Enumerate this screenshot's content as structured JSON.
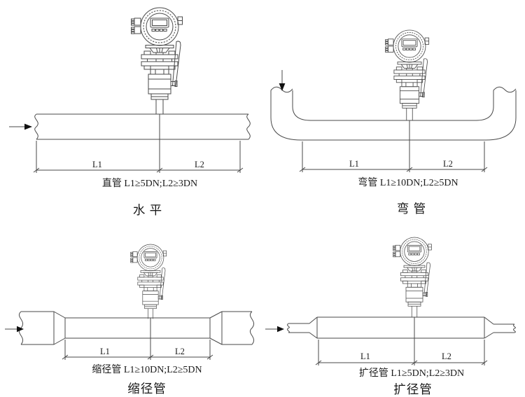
{
  "page": {
    "background": "#ffffff",
    "line_color": "#4a4a4a",
    "text_color": "#1a1a1a"
  },
  "diagrams": [
    {
      "id": "horizontal-straight-pipe",
      "caption": "水 平",
      "spec": "直管 L1≥5DN;L2≥3DN",
      "dim_left": "L1",
      "dim_right": "L2",
      "flow_direction": "right"
    },
    {
      "id": "bend-pipe",
      "caption": "弯 管",
      "spec": "弯管 L1≥10DN;L2≥5DN",
      "dim_left": "L1",
      "dim_right": "L2",
      "flow_direction": "down"
    },
    {
      "id": "reducer-pipe",
      "caption": "缩径管",
      "spec": "缩径管 L1≥10DN;L2≥5DN",
      "dim_left": "L1",
      "dim_right": "L2",
      "flow_direction": "right"
    },
    {
      "id": "expander-pipe",
      "caption": "扩径管",
      "spec": "扩径管 L1≥5DN;L2≥3DN",
      "dim_left": "L1",
      "dim_right": "L2",
      "flow_direction": "right"
    }
  ]
}
